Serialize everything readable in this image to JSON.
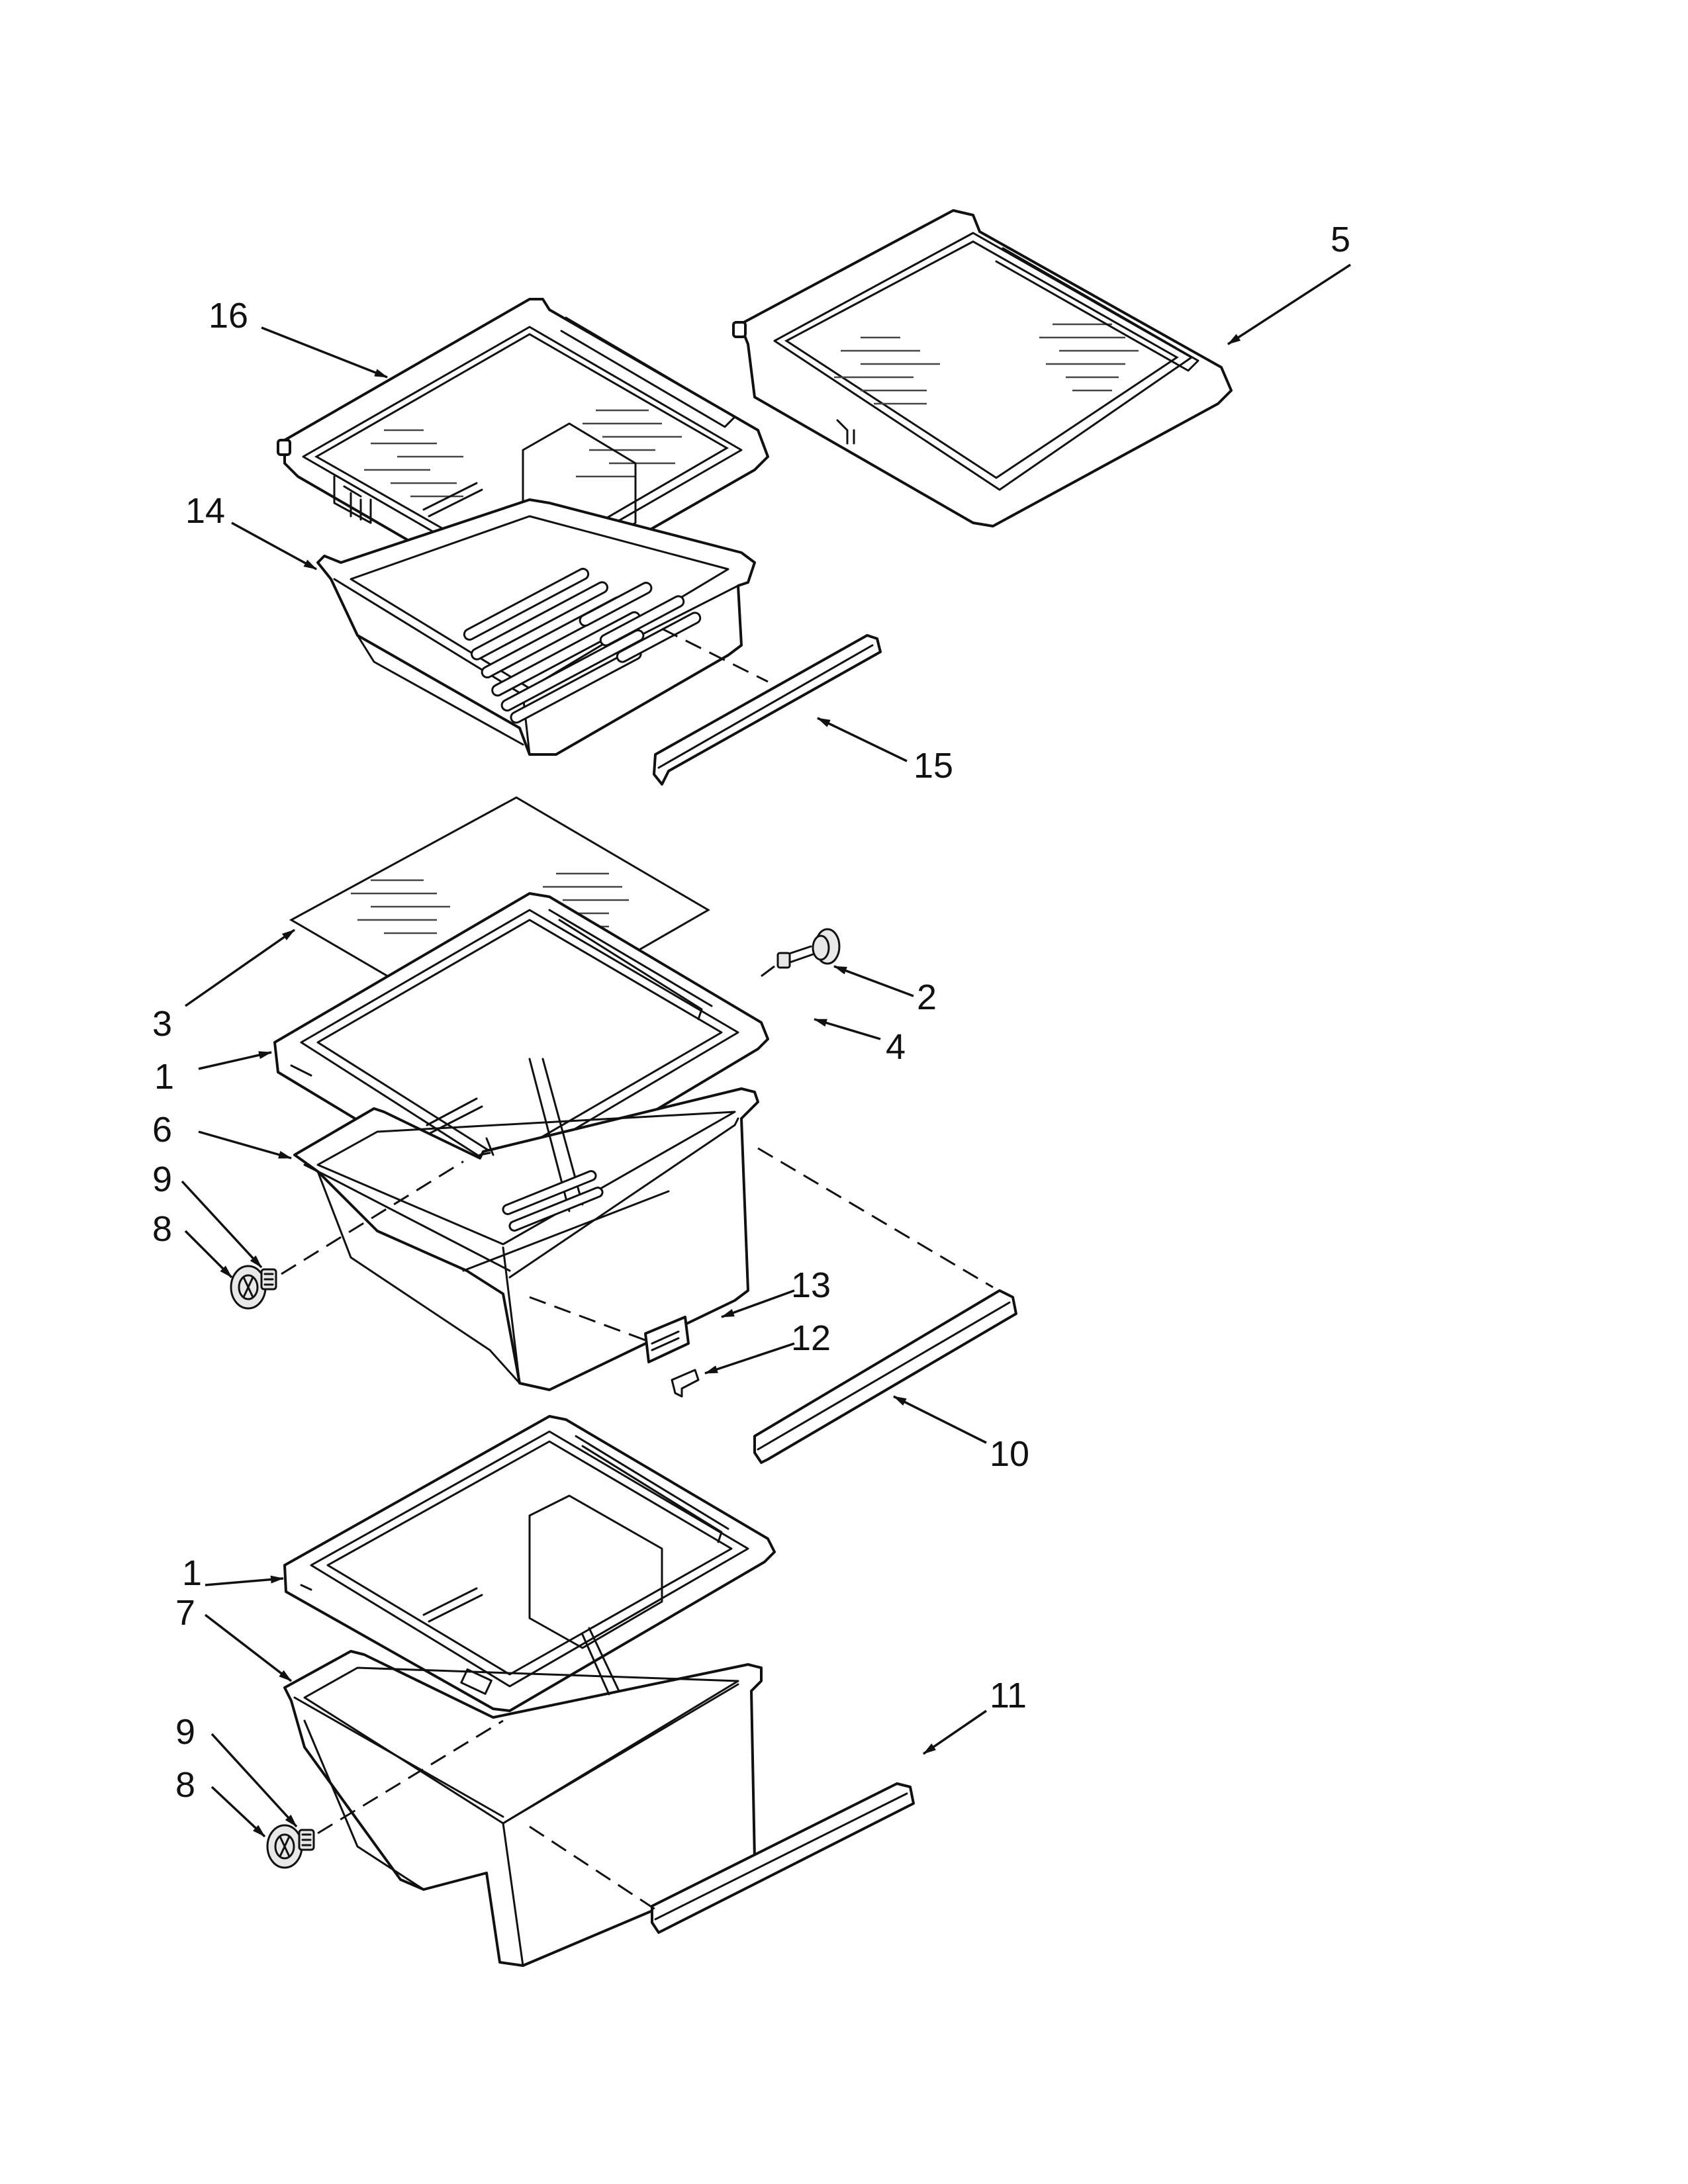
{
  "callouts": [
    {
      "id": "16",
      "label": "16"
    },
    {
      "id": "5",
      "label": "5"
    },
    {
      "id": "14",
      "label": "14"
    },
    {
      "id": "15",
      "label": "15"
    },
    {
      "id": "3",
      "label": "3"
    },
    {
      "id": "2",
      "label": "2"
    },
    {
      "id": "4",
      "label": "4"
    },
    {
      "id": "1a",
      "label": "1"
    },
    {
      "id": "6",
      "label": "6"
    },
    {
      "id": "9a",
      "label": "9"
    },
    {
      "id": "8a",
      "label": "8"
    },
    {
      "id": "13",
      "label": "13"
    },
    {
      "id": "12",
      "label": "12"
    },
    {
      "id": "10",
      "label": "10"
    },
    {
      "id": "1b",
      "label": "1"
    },
    {
      "id": "7",
      "label": "7"
    },
    {
      "id": "11",
      "label": "11"
    },
    {
      "id": "9b",
      "label": "9"
    },
    {
      "id": "8b",
      "label": "8"
    }
  ]
}
